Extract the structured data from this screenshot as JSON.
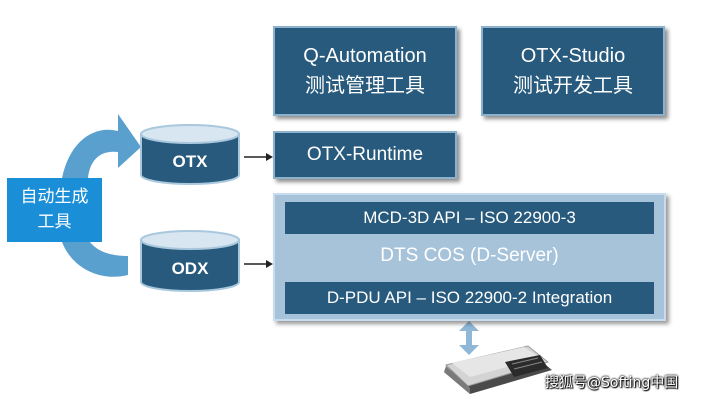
{
  "top_tools": [
    {
      "name": "Q-Automation",
      "desc": "测试管理工具"
    },
    {
      "name": "OTX-Studio",
      "desc": "测试开发工具"
    }
  ],
  "runtime": "OTX-Runtime",
  "databases": {
    "otx": "OTX",
    "odx": "ODX"
  },
  "generator": {
    "line1": "自动生成",
    "line2": "工具"
  },
  "dts": {
    "top_api": "MCD-3D API – ISO 22900-3",
    "core": "DTS COS (D-Server)",
    "bottom_api": "D-PDU API – ISO 22900-2 Integration"
  },
  "watermark": "搜狐号@Softing中国",
  "colors": {
    "dark_box": "#275a7c",
    "light_box": "#a7c3da",
    "generator": "#1a8fd8",
    "curve_arrow": "#5aa0cf"
  }
}
